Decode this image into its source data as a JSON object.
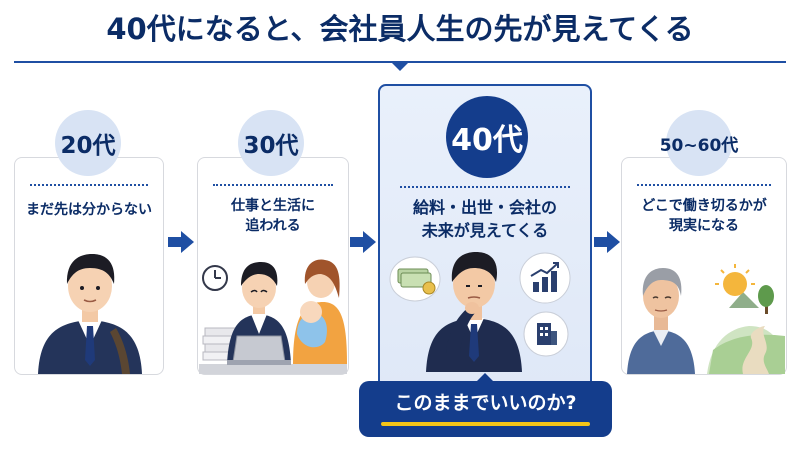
{
  "title": "40代になると、会社員人生の先が見えてくる",
  "stages": [
    {
      "age": "20代",
      "caption_lines": [
        "まだ先は分からない"
      ]
    },
    {
      "age": "30代",
      "caption_lines": [
        "仕事と生活に",
        "追われる"
      ]
    },
    {
      "age": "40代",
      "caption_lines": [
        "給料・出世・会社の",
        "未来が見えてくる"
      ]
    },
    {
      "age": "50~60代",
      "caption_lines": [
        "どこで働き切るかが",
        "現実になる"
      ]
    }
  ],
  "callout": "このままでいいのか?",
  "icons": {
    "arrow": "arrow-right-icon",
    "clock": "clock-icon",
    "money": "money-icon",
    "growth_chart": "bar-chart-icon",
    "company": "building-icon",
    "sun": "sun-icon",
    "laptop": "laptop-icon"
  },
  "colors": {
    "navy": "#0b2c66",
    "accent_blue": "#1f4fa3",
    "badge_light": "#d8e3f4",
    "badge_dark": "#143d8c",
    "underline_yellow": "#f5c518"
  }
}
